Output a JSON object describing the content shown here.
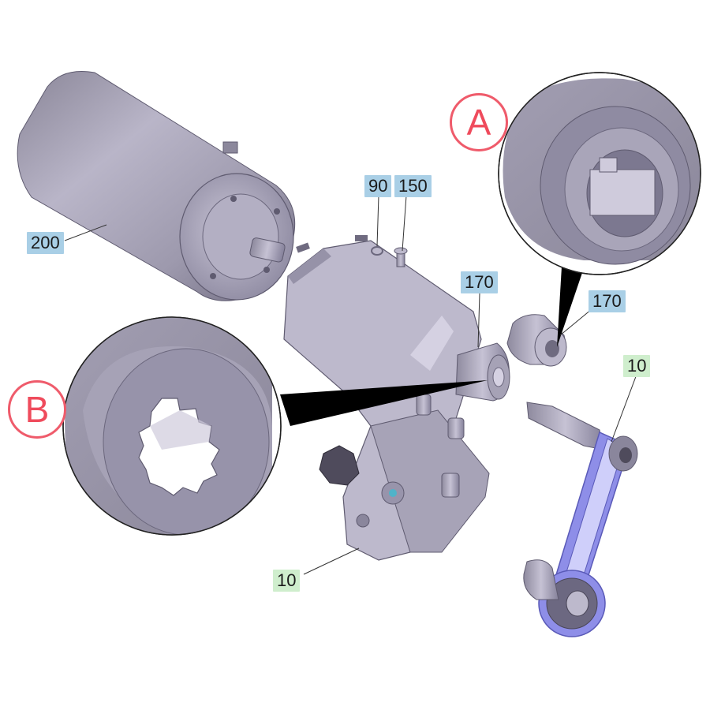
{
  "callouts": {
    "part_200": "200",
    "part_90": "90",
    "part_150": "150",
    "part_170_shaft": "170",
    "part_170_coupling": "170",
    "part_10_belt": "10",
    "part_10_housing": "10"
  },
  "details": {
    "a": "A",
    "b": "B"
  },
  "colors": {
    "part_fill": "#a8a4b8",
    "part_dark": "#7d7890",
    "part_light": "#cfcbdc",
    "belt": "#8e8ee8",
    "callout_blue": "#a9cfe6",
    "callout_green": "#cfeecd",
    "detail_red": "#ef4b5c"
  }
}
